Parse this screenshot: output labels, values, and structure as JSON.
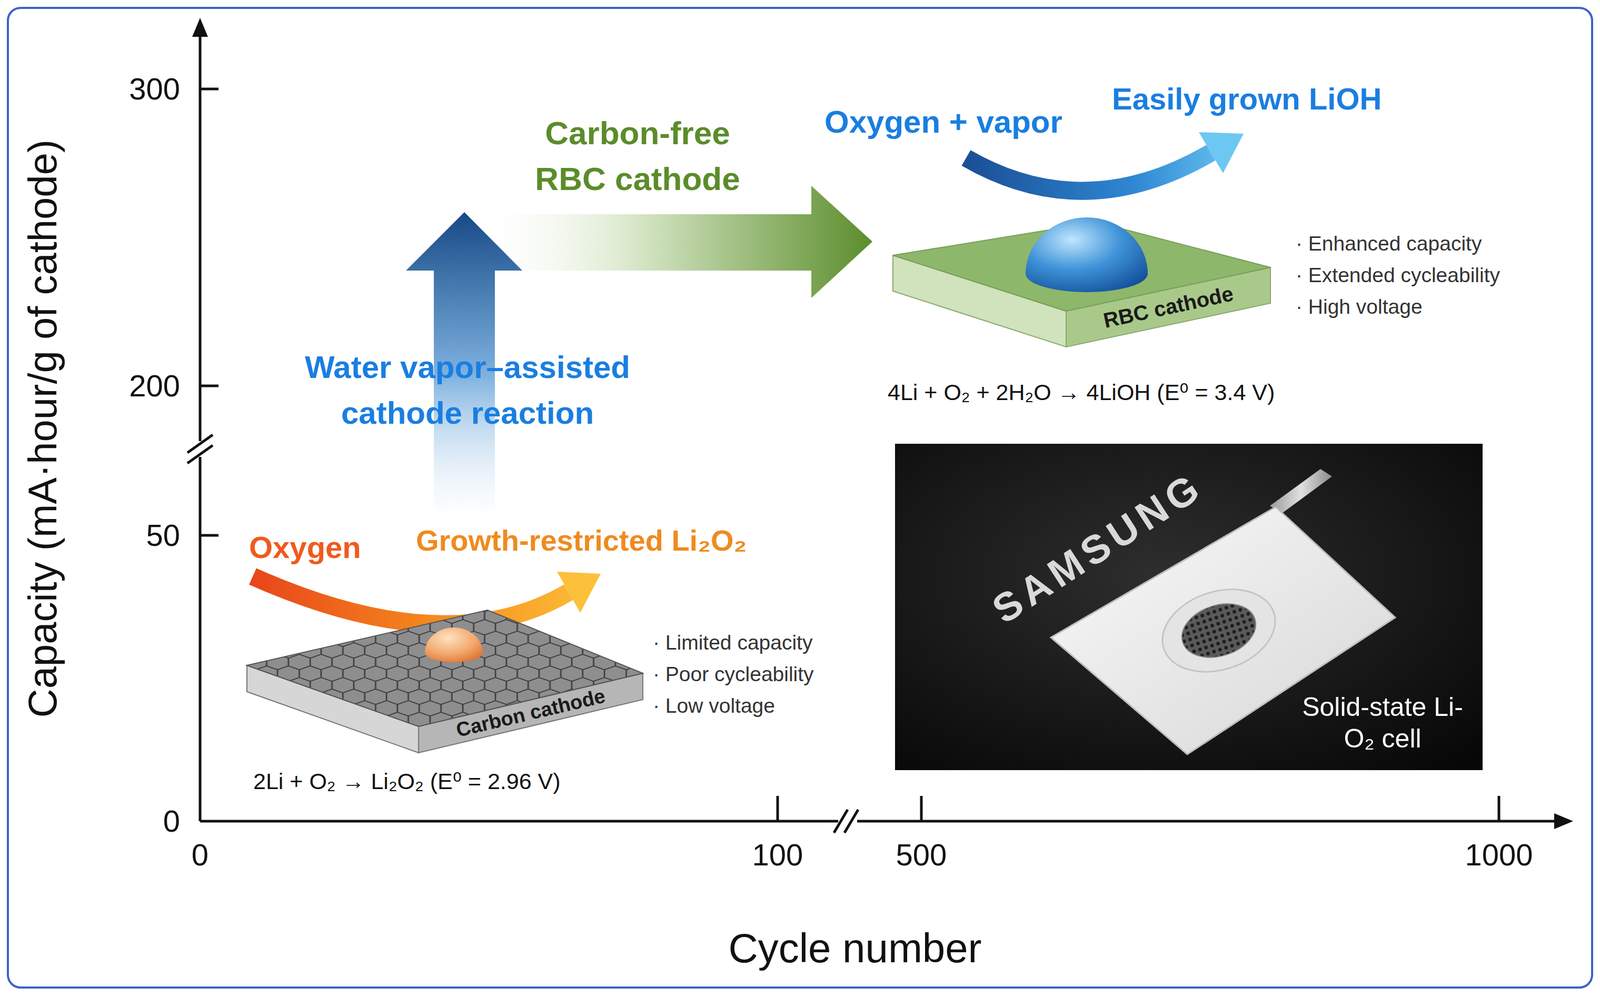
{
  "diagram": {
    "nodes": [
      {
        "text": [
          "Carbon cathode"
        ]
      },
      {
        "text": [
          "RBC cathode"
        ]
      },
      {
        "text": [
          "SAMSUNG",
          "Solid-state Li-O₂ cell"
        ]
      }
    ],
    "labels": [
      "Capacity (mA·hour/g of cathode)",
      "300",
      "200",
      "50",
      "0",
      "0",
      "100",
      "500",
      "1000",
      "Cycle number",
      "Oxygen",
      "Growth-restricted Li₂O₂",
      "· Limited capacity",
      "· Poor cycleability",
      "· Low voltage",
      "2Li + O₂ → Li₂O₂ (E⁰ = 2.96 V)",
      "Water vapor–assisted cathode reaction",
      "Carbon-free RBC cathode",
      "Oxygen + vapor",
      "Easily grown LiOH",
      "· Enhanced capacity",
      "· Extended cycleability",
      "· High voltage",
      "4Li + O₂ + 2H₂O → 4LiOH (E⁰ = 3.4 V)"
    ]
  }
}
